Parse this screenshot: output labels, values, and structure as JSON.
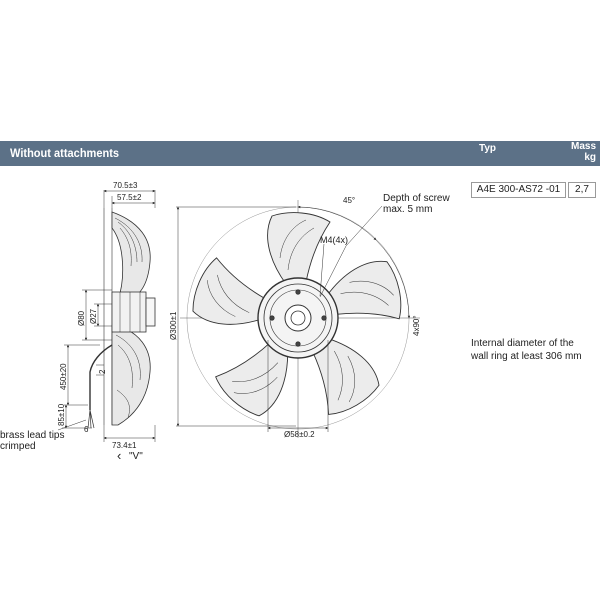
{
  "header": {
    "title": "Without attachments",
    "col_type": "Typ",
    "col_mass_1": "Mass",
    "col_mass_2": "kg"
  },
  "product": {
    "type_code": "A4E 300-AS72 -01",
    "mass": "2,7"
  },
  "note": {
    "line1": "Internal diameter of the",
    "line2": "wall ring at least 306 mm"
  },
  "side_view": {
    "dim_total_depth": "70.5±3",
    "dim_depth_2": "57.5±2",
    "dim_diameter_80": "Ø80",
    "dim_diameter_27": "Ø27",
    "dim_cable_length": "450±20",
    "dim_cable_2": "2",
    "dim_cable_85": "85±10",
    "dim_cable_6": "6",
    "dim_base_depth": "73.4±1",
    "view_label": "\"V\"",
    "view_arrow": "‹",
    "cable_note_line1": "brass lead tips",
    "cable_note_line2": "crimped"
  },
  "front_view": {
    "dim_diameter_300": "Ø300±1",
    "dim_angle_45": "45°",
    "depth_note_line1": "Depth of screw",
    "depth_note_line2": "max. 5 mm",
    "thread_label": "M4(4x)",
    "dim_angle_4x90": "4x90°",
    "dim_diameter_58": "Ø58±0.2"
  }
}
